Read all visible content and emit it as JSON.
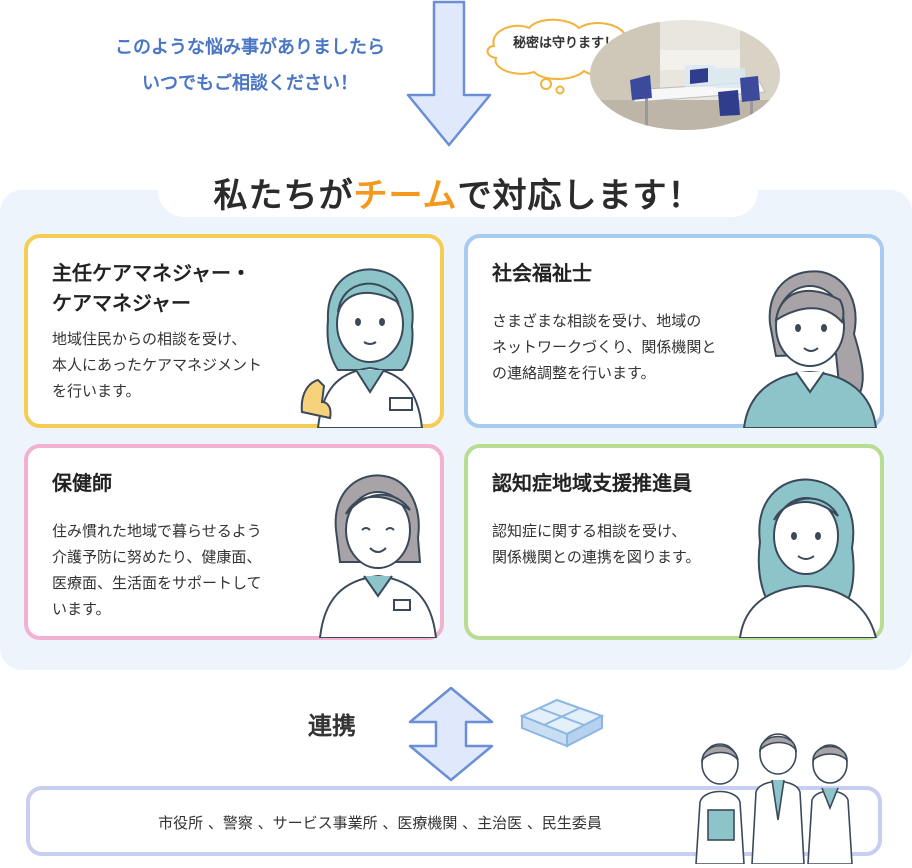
{
  "intro": {
    "line1": "このような悩み事がありましたら",
    "line2": "いつでもご相談ください！"
  },
  "bubble": {
    "text": "秘密は守ります！"
  },
  "team_heading": {
    "prefix": "私たちが",
    "accent": "チーム",
    "suffix": "で対応します！"
  },
  "cards": [
    {
      "title_line1": "主任ケアマネジャー・",
      "title_line2": "ケアマネジャー",
      "desc": [
        "地域住民からの相談を受け、",
        "本人にあったケアマネジメント",
        "を行います。"
      ]
    },
    {
      "title_line1": "社会福祉士",
      "desc": [
        "さまざまな相談を受け、地域の",
        "ネットワークづくり、関係機関と",
        "の連絡調整を行います。"
      ]
    },
    {
      "title_line1": "保健師",
      "desc": [
        "住み慣れた地域で暮らせるよう",
        "介護予防に努めたり、健康面、",
        "医療面、生活面をサポートして",
        "います。"
      ]
    },
    {
      "title_line1": "認知症地域支援推進員",
      "desc": [
        "認知症に関する相談を受け、",
        "関係機関との連携を図ります。"
      ]
    }
  ],
  "link": {
    "label": "連携"
  },
  "partners": {
    "text": "市役所 、警察 、サービス事業所 、医療機関 、主治医 、民生委員"
  },
  "colors": {
    "intro_blue": "#4a76c4",
    "accent_orange": "#f39a1e",
    "card1_border": "#f5cd55",
    "card2_border": "#a9cbf1",
    "card3_border": "#f3b1d2",
    "card4_border": "#b7dd92",
    "band_bg": "#edf4fb",
    "arrow_fill": "#dfe9fb",
    "arrow_stroke": "#6a8fd6"
  }
}
